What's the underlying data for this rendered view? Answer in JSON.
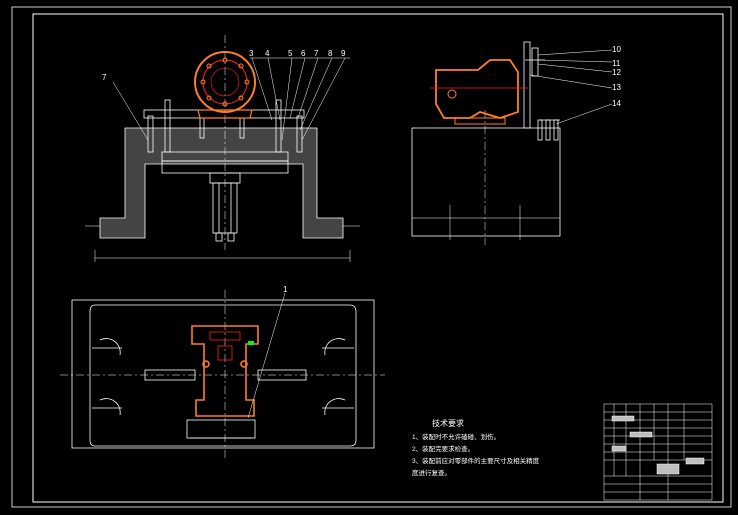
{
  "callouts_front": [
    "7",
    "3",
    "4",
    "5",
    "6",
    "7",
    "8",
    "9"
  ],
  "callouts_side": [
    "10",
    "11",
    "12",
    "13",
    "14"
  ],
  "callout_plan": "1",
  "notes_title": "技术要求",
  "notes": [
    "1、装配时不允许磕碰、划伤。",
    "2、装配完要求检查。",
    "3、装配前应对零部件的主要尺寸及相关精度",
    "度进行复查。"
  ],
  "colors": {
    "background": "#000000",
    "line": "#ffffff",
    "part": "#ff7f27",
    "accent": "#ff2020",
    "marker": "#00ff00",
    "table_fill": "#bfbfbf"
  }
}
